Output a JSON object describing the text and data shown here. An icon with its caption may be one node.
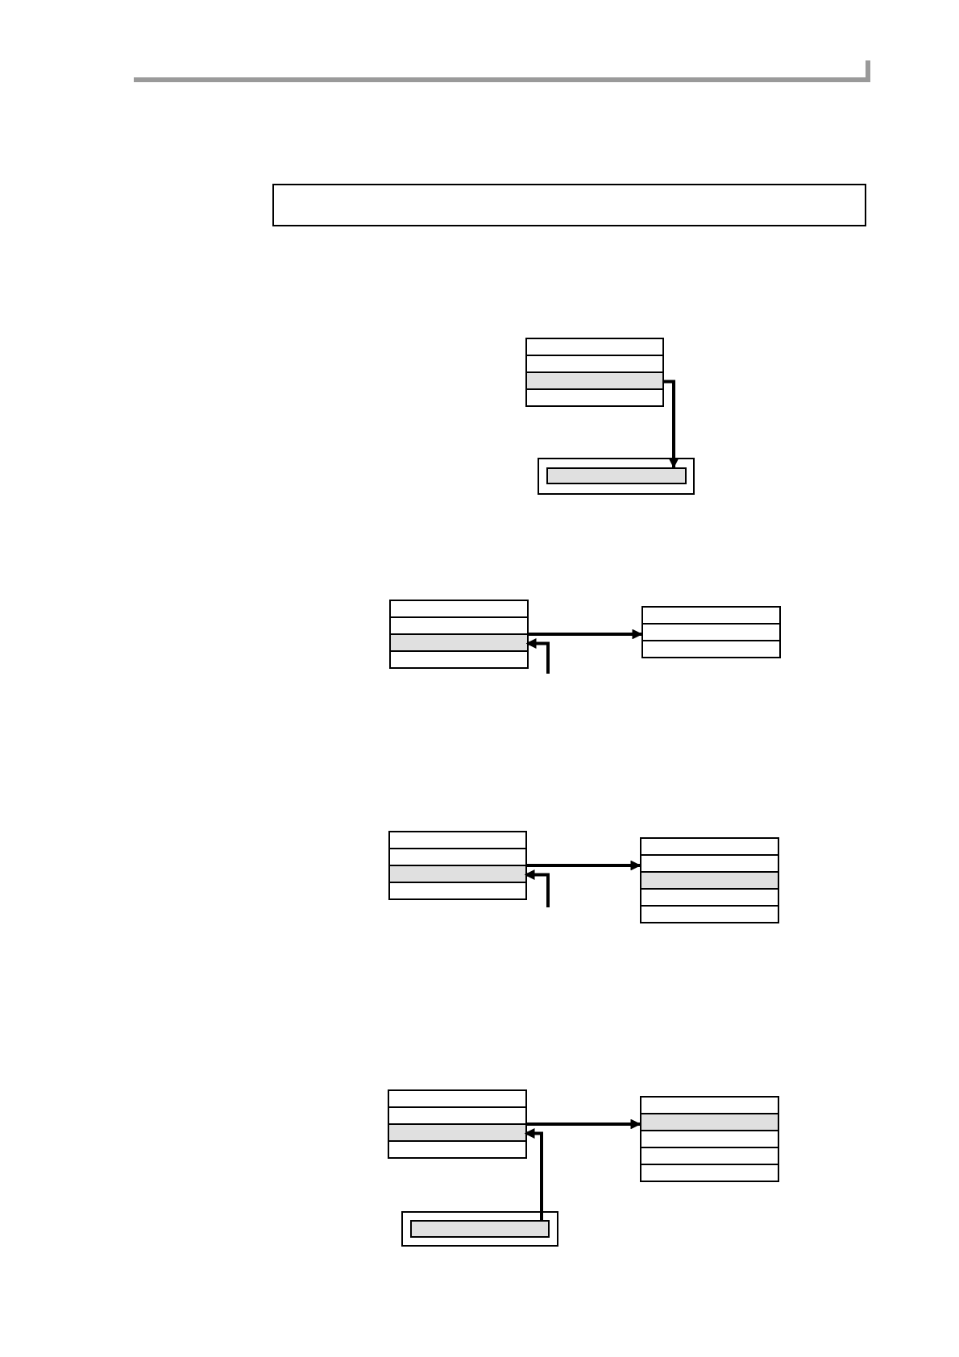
{
  "diagram": {
    "nodes": [
      {
        "text": [],
        "shape": "box"
      },
      {
        "text": [],
        "shape": "box"
      },
      {
        "text": [],
        "shape": "box",
        "in": 1
      },
      {
        "text": [],
        "shape": "box",
        "in": 1
      },
      {
        "text": [],
        "shape": "box",
        "in": 1
      },
      {
        "text": [],
        "shape": "box",
        "in": 1
      },
      {
        "text": [],
        "shape": "box"
      },
      {
        "text": [],
        "shape": "box",
        "in": 6
      },
      {
        "text": [],
        "shape": "box"
      },
      {
        "text": [],
        "shape": "box",
        "in": 8
      },
      {
        "text": [],
        "shape": "box",
        "in": 8
      },
      {
        "text": [],
        "shape": "box",
        "in": 8
      },
      {
        "text": [],
        "shape": "box",
        "in": 8
      },
      {
        "text": [],
        "shape": "box"
      },
      {
        "text": [],
        "shape": "box",
        "in": 13
      },
      {
        "text": [],
        "shape": "box",
        "in": 13
      },
      {
        "text": [],
        "shape": "box",
        "in": 13
      },
      {
        "text": [],
        "shape": "box"
      },
      {
        "text": [],
        "shape": "box",
        "in": 17
      },
      {
        "text": [],
        "shape": "box",
        "in": 17
      },
      {
        "text": [],
        "shape": "box",
        "in": 17
      },
      {
        "text": [],
        "shape": "box",
        "in": 17
      },
      {
        "text": [],
        "shape": "box"
      },
      {
        "text": [],
        "shape": "box",
        "in": 22
      },
      {
        "text": [],
        "shape": "box",
        "in": 22
      },
      {
        "text": [],
        "shape": "box",
        "in": 22
      },
      {
        "text": [],
        "shape": "box",
        "in": 22
      },
      {
        "text": [],
        "shape": "box",
        "in": 22
      },
      {
        "text": [],
        "shape": "box"
      },
      {
        "text": [],
        "shape": "box",
        "in": 28
      },
      {
        "text": [],
        "shape": "box",
        "in": 28
      },
      {
        "text": [],
        "shape": "box",
        "in": 28
      },
      {
        "text": [],
        "shape": "box",
        "in": 28
      },
      {
        "text": [],
        "shape": "box"
      },
      {
        "text": [],
        "shape": "box",
        "in": 33
      },
      {
        "text": [],
        "shape": "box",
        "in": 33
      },
      {
        "text": [],
        "shape": "box",
        "in": 33
      },
      {
        "text": [],
        "shape": "box",
        "in": 33
      },
      {
        "text": [],
        "shape": "box",
        "in": 33
      },
      {
        "text": [],
        "shape": "box"
      },
      {
        "text": [],
        "shape": "box",
        "in": 39
      }
    ],
    "edges": [
      {
        "from": 4,
        "to": 7,
        "arrow": "to"
      },
      {
        "from": null,
        "to": 11,
        "arrow": "to"
      },
      {
        "from": 8,
        "to": 13,
        "arrow": "to"
      },
      {
        "from": null,
        "to": 20,
        "arrow": "to"
      },
      {
        "from": 17,
        "to": 22,
        "arrow": "to"
      },
      {
        "from": 28,
        "to": 33,
        "arrow": "to"
      },
      {
        "from": 40,
        "to": 31,
        "arrow": "to"
      }
    ]
  }
}
